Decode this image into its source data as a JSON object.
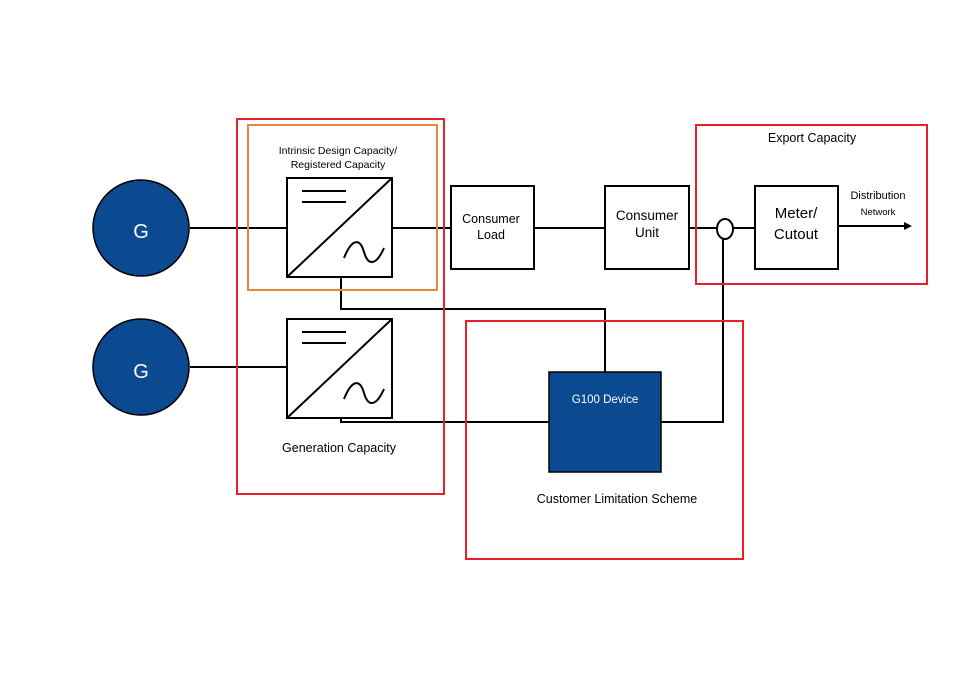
{
  "colors": {
    "generator_fill": "#0b4a91",
    "device_fill": "#0b4a91",
    "boundary_red": "#e8202a",
    "boundary_orange": "#e8873a",
    "line": "#000000"
  },
  "generators": [
    {
      "label": "G"
    },
    {
      "label": "G"
    }
  ],
  "boundaries": {
    "generation_capacity": "Generation Capacity",
    "intrinsic_line1": "Intrinsic Design Capacity/",
    "intrinsic_line2": "Registered Capacity",
    "export_capacity": "Export Capacity",
    "customer_limitation": "Customer Limitation Scheme"
  },
  "boxes": {
    "consumer_load_line1": "Consumer",
    "consumer_load_line2": "Load",
    "consumer_unit_line1": "Consumer",
    "consumer_unit_line2": "Unit",
    "meter_line1": "Meter/",
    "meter_line2": "Cutout",
    "g100_device": "G100 Device"
  },
  "distribution": {
    "line1": "Distribution",
    "line2": "Network"
  },
  "icons": [
    "inverter-icon",
    "current-sensor-icon",
    "arrow-icon"
  ]
}
